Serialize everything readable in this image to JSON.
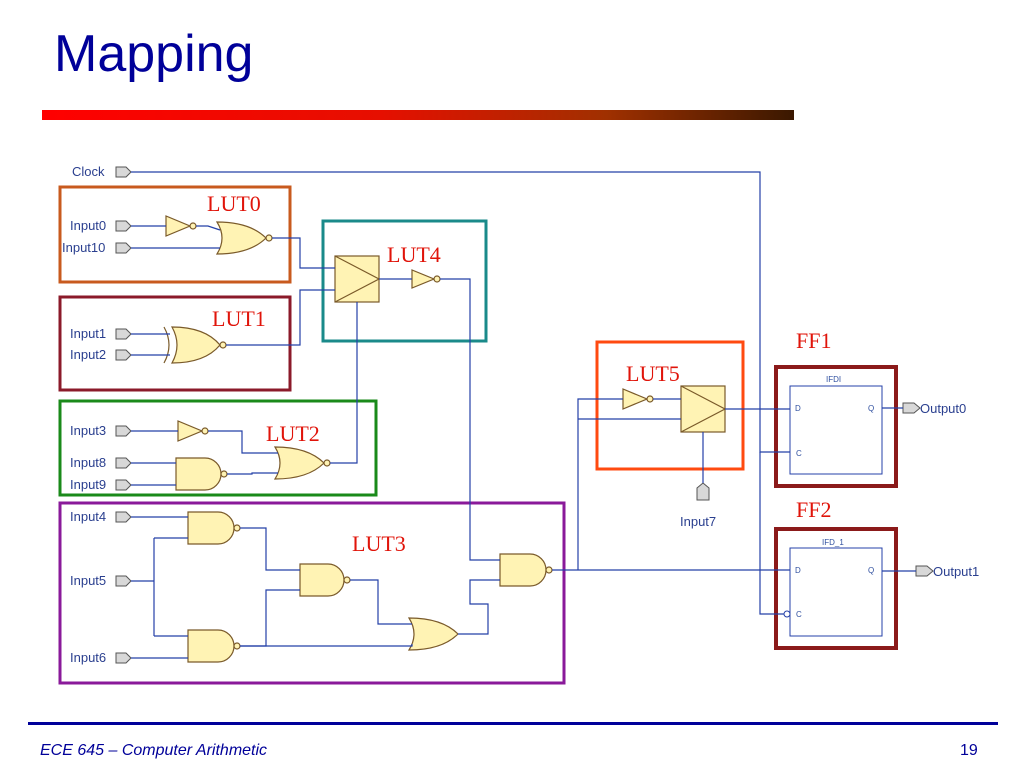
{
  "slide": {
    "title": "Mapping",
    "footer": "ECE 645 – Computer Arithmetic",
    "page_number": "19"
  },
  "colors": {
    "title": "#000099",
    "lut_label": "#e0140a",
    "lut0_box": "#c85a1e",
    "lut1_box": "#8b1a2a",
    "lut2_box": "#1a8a1a",
    "lut3_box": "#8a1a9a",
    "lut4_box": "#1a8a8a",
    "lut5_box": "#ff4a10",
    "ff_box": "#8b1a1a",
    "gate_fill": "#fff3b4",
    "wire": "#2440a8"
  },
  "schematic": {
    "inputs": {
      "clock": "Clock",
      "input0": "Input0",
      "input10": "Input10",
      "input1": "Input1",
      "input2": "Input2",
      "input3": "Input3",
      "input8": "Input8",
      "input9": "Input9",
      "input4": "Input4",
      "input5": "Input5",
      "input6": "Input6",
      "input7": "Input7"
    },
    "outputs": {
      "output0": "Output0",
      "output1": "Output1"
    },
    "lut_labels": {
      "lut0": "LUT0",
      "lut1": "LUT1",
      "lut2": "LUT2",
      "lut3": "LUT3",
      "lut4": "LUT4",
      "lut5": "LUT5"
    },
    "ff_labels": {
      "ff1": "FF1",
      "ff2": "FF2"
    },
    "ff1": {
      "name": "IFDI",
      "pin_d": "D",
      "pin_q": "Q",
      "pin_c": "C"
    },
    "ff2": {
      "name": "IFD_1",
      "pin_d": "D",
      "pin_q": "Q",
      "pin_c": "C"
    }
  }
}
